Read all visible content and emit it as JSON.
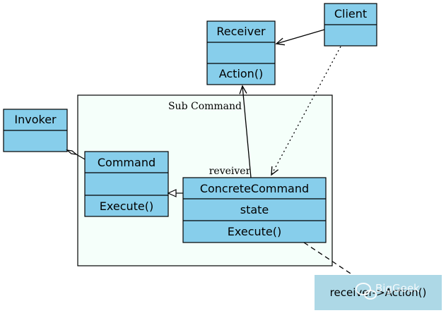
{
  "package": {
    "name": "Sub Command"
  },
  "classes": {
    "receiver": {
      "name": "Receiver",
      "attributes": "",
      "operations": "Action()"
    },
    "client": {
      "name": "Client",
      "attributes": ""
    },
    "invoker": {
      "name": "Invoker",
      "attributes": ""
    },
    "command": {
      "name": "Command",
      "attributes": "",
      "operations": "Execute()"
    },
    "concrete_command": {
      "name": "ConcreteCommand",
      "attributes": "state",
      "operations": "Execute()"
    }
  },
  "relations": {
    "receiver_role": "reveiver"
  },
  "note": {
    "text": "receiver->Action()"
  },
  "watermark": {
    "text": "BigGeek"
  },
  "colors": {
    "class_fill": "#87ceeb",
    "package_fill": "#f5fffa",
    "note_fill": "#add8e6",
    "stroke": "#000000"
  }
}
